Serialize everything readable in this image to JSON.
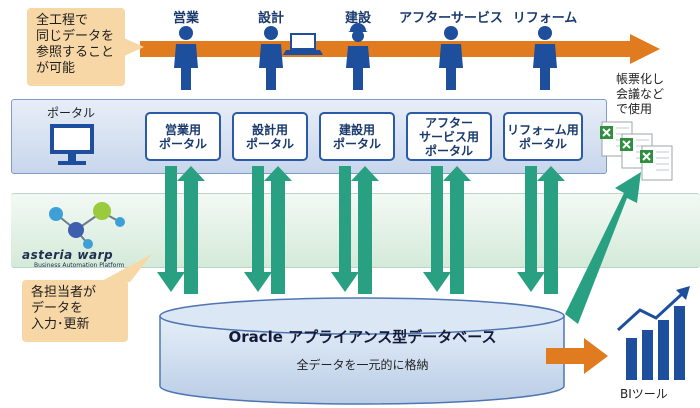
{
  "top_note": {
    "lines": [
      "全工程で",
      "同じデータを",
      "参照すること",
      "が可能"
    ]
  },
  "people": [
    {
      "label": "営業",
      "device": "none"
    },
    {
      "label": "設計",
      "device": "laptop"
    },
    {
      "label": "建設",
      "device": "helmet"
    },
    {
      "label": "アフターサービス",
      "device": "none"
    },
    {
      "label": "リフォーム",
      "device": "none"
    }
  ],
  "portal": {
    "label": "ポータル",
    "boxes": [
      {
        "lines": [
          "営業用",
          "ポータル"
        ]
      },
      {
        "lines": [
          "設計用",
          "ポータル"
        ]
      },
      {
        "lines": [
          "建設用",
          "ポータル"
        ]
      },
      {
        "lines": [
          "アフター",
          "サービス用",
          "ポータル"
        ]
      },
      {
        "lines": [
          "リフォーム用",
          "ポータル"
        ]
      }
    ]
  },
  "asteria": {
    "name": "asteria warp",
    "subtitle": "Business Automation Platform"
  },
  "left_note": {
    "lines": [
      "各担当者が",
      "データを",
      "入力･更新"
    ]
  },
  "database": {
    "title": "Oracle アプライアンス型データベース",
    "subtitle": "全データを一元的に格納"
  },
  "reports": {
    "lines": [
      "帳票化し",
      "会議など",
      "で使用"
    ]
  },
  "bi": {
    "label": "BIツール"
  },
  "colors": {
    "orange": "#e07b1f",
    "teal": "#2aa082",
    "navy": "#1d4f9c",
    "note": "#f7d7a6",
    "excel": "#2f8f3e"
  }
}
